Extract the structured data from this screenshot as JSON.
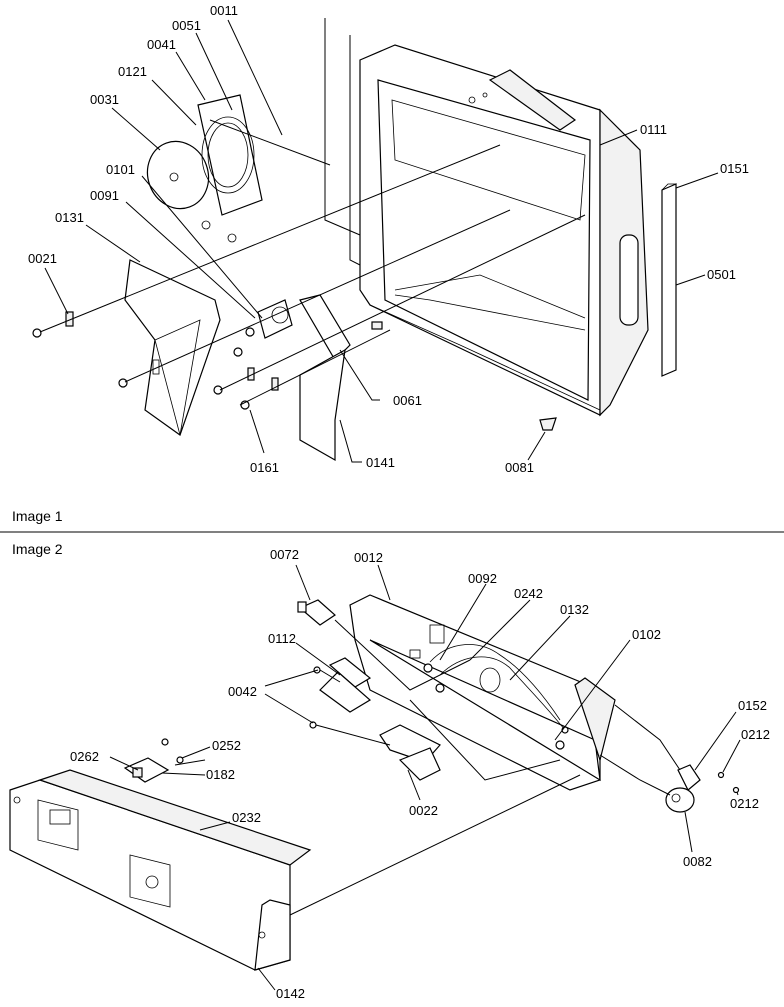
{
  "captions": {
    "image1": "Image 1",
    "image2": "Image 2"
  },
  "image1_callouts": [
    "0011",
    "0051",
    "0041",
    "0121",
    "0031",
    "0101",
    "0091",
    "0131",
    "0021",
    "0111",
    "0151",
    "0501",
    "0061",
    "0161",
    "0141",
    "0081"
  ],
  "image2_callouts": [
    "0072",
    "0012",
    "0092",
    "0242",
    "0132",
    "0102",
    "0112",
    "0042",
    "0022",
    "0152",
    "0212",
    "0212",
    "0082",
    "0262",
    "0252",
    "0182",
    "0232",
    "0142"
  ]
}
